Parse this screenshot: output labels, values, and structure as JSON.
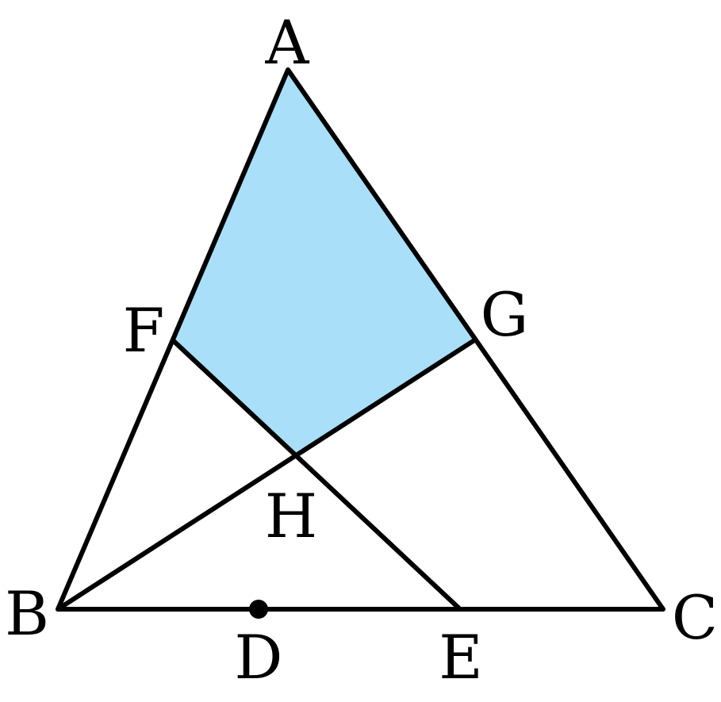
{
  "colors": {
    "stroke": "#000000",
    "shaded_region": "#aadff9",
    "background": "#ffffff"
  },
  "points": {
    "A": "A",
    "B": "B",
    "C": "C",
    "D": "D",
    "E": "E",
    "F": "F",
    "G": "G",
    "H": "H"
  }
}
